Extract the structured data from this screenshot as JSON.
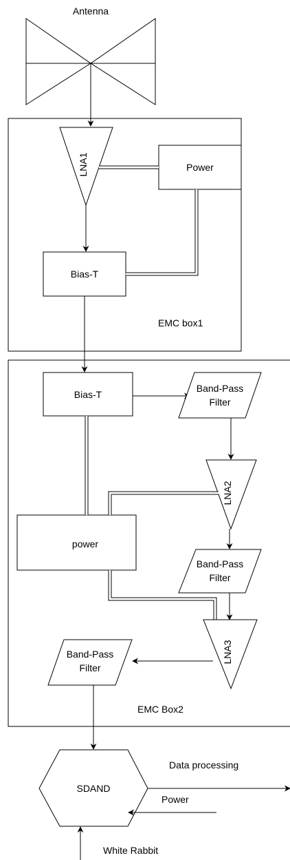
{
  "diagram": {
    "antenna_label": "Antenna",
    "box1": {
      "label": "EMC box1",
      "lna": "LNA1",
      "power": "Power",
      "bias_t": "Bias-T"
    },
    "box2": {
      "label": "EMC Box2",
      "bias_t": "Bias-T",
      "filter1": [
        "Band-Pass",
        "Filter"
      ],
      "lna2": "LNA2",
      "power": "power",
      "filter2": [
        "Band-Pass",
        "Filter"
      ],
      "lna3": "LNA3",
      "filter3": [
        "Band-Pass",
        "Filter"
      ]
    },
    "sdand": "SDAND",
    "outputs": {
      "data_processing": "Data processing",
      "power": "Power",
      "white_rabbit": "White Rabbit"
    }
  }
}
